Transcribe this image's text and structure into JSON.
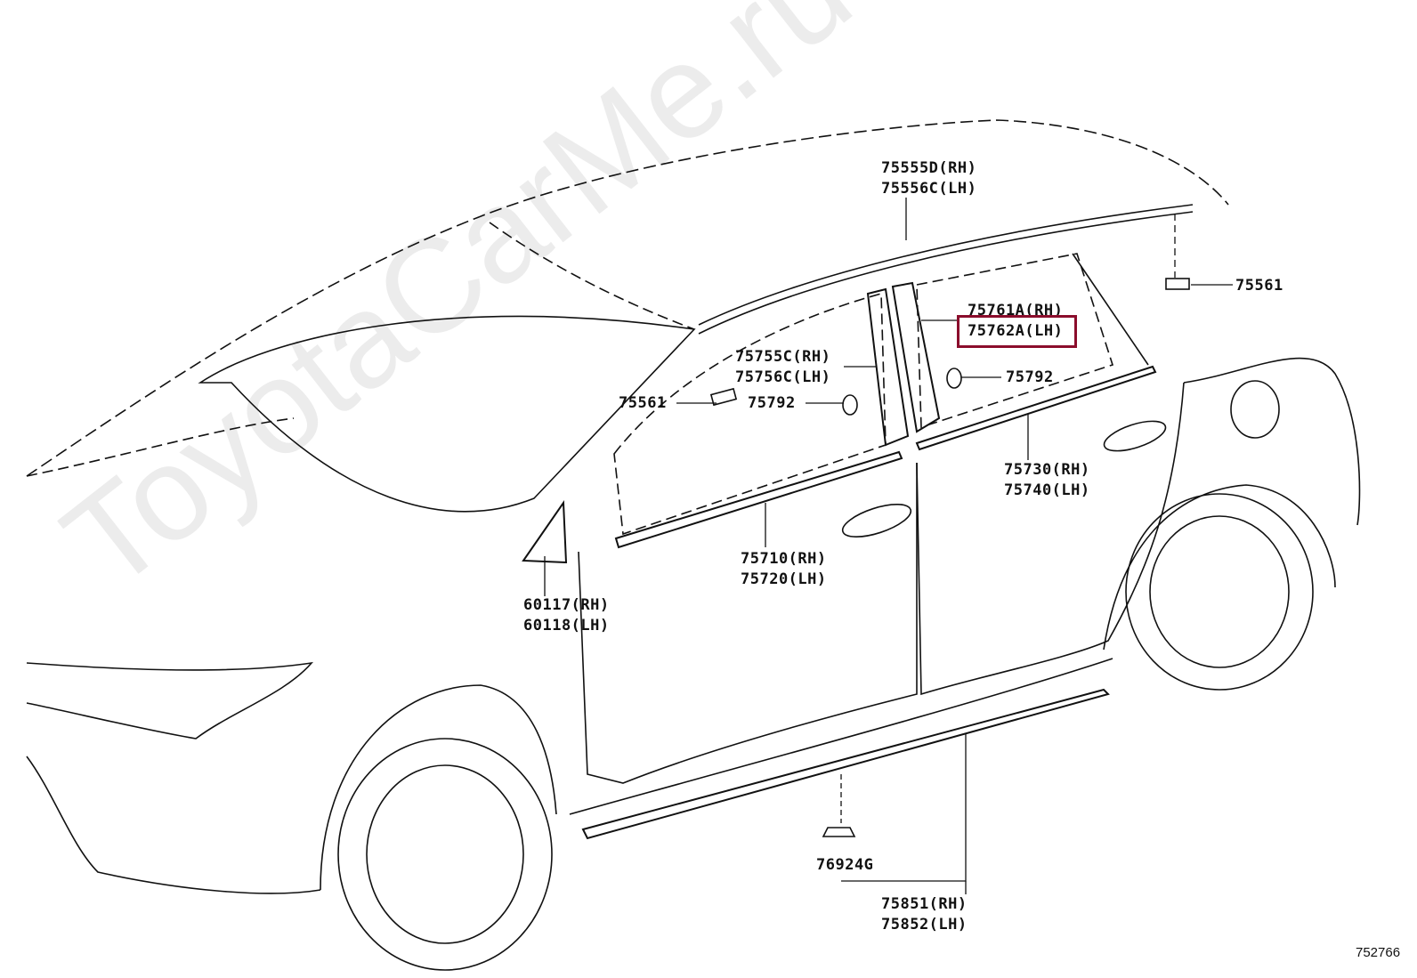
{
  "watermark": "ToyotaCarMe.ru",
  "highlight_color": "#8b0d2c",
  "callouts": [
    {
      "id": "roof-molding",
      "lines": [
        "75555D(RH)",
        "75556C(LH)"
      ]
    },
    {
      "id": "clip-rear",
      "lines": [
        "75561"
      ]
    },
    {
      "id": "pillar-garnish-rear",
      "lines": [
        "75761A(RH)",
        "75762A(LH)"
      ],
      "highlighted_line": "75762A(LH)"
    },
    {
      "id": "pillar-garnish-front",
      "lines": [
        "75755C(RH)",
        "75756C(LH)"
      ]
    },
    {
      "id": "clip-front",
      "lines": [
        "75561"
      ]
    },
    {
      "id": "grommet-front",
      "lines": [
        "75792"
      ]
    },
    {
      "id": "grommet-rear",
      "lines": [
        "75792"
      ]
    },
    {
      "id": "belt-molding-rear",
      "lines": [
        "75730(RH)",
        "75740(LH)"
      ]
    },
    {
      "id": "belt-molding-front",
      "lines": [
        "75710(RH)",
        "75720(LH)"
      ]
    },
    {
      "id": "quarter-garnish",
      "lines": [
        "60117(RH)",
        "60118(LH)"
      ]
    },
    {
      "id": "rocker-clip",
      "lines": [
        "76924G"
      ]
    },
    {
      "id": "rocker-molding",
      "lines": [
        "75851(RH)",
        "75852(LH)"
      ]
    }
  ],
  "diagram_ref": "752766"
}
